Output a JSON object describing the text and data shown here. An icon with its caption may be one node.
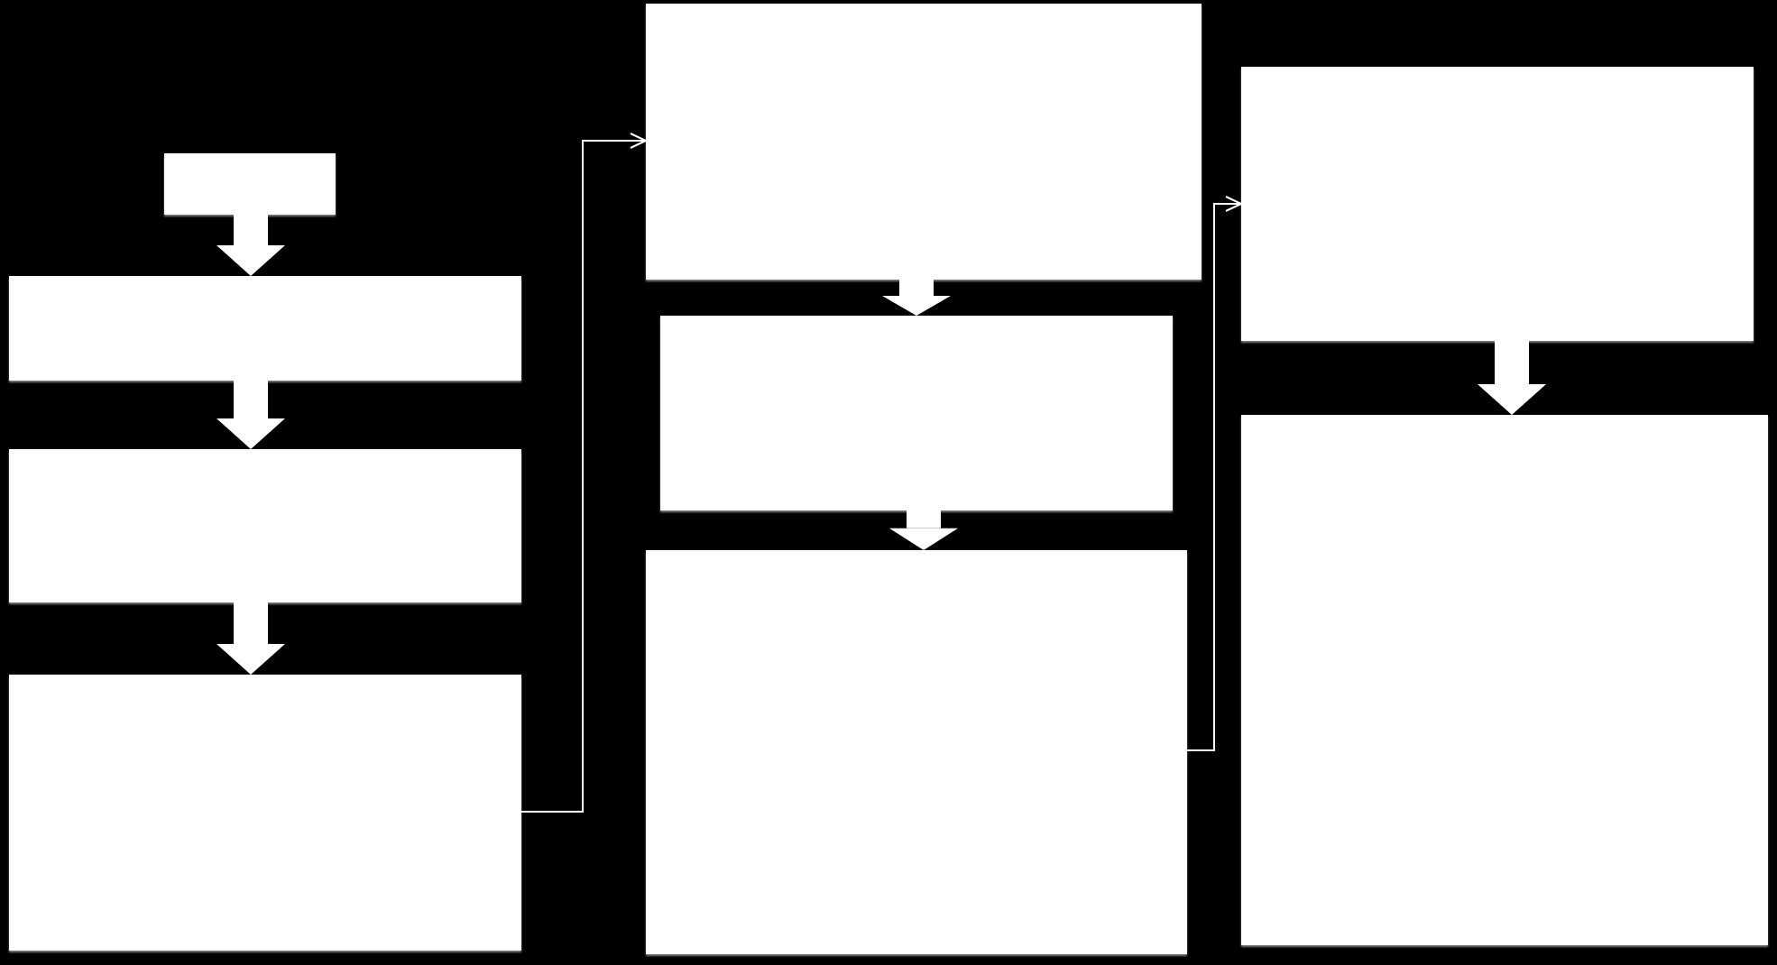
{
  "diagram": {
    "nodes": [
      {
        "text": [],
        "shape": "box"
      },
      {
        "text": [],
        "shape": "box"
      },
      {
        "text": [],
        "shape": "box"
      },
      {
        "text": [],
        "shape": "box"
      },
      {
        "text": [],
        "shape": "box"
      },
      {
        "text": [],
        "shape": "box"
      },
      {
        "text": [],
        "shape": "box"
      },
      {
        "text": [],
        "shape": "box"
      },
      {
        "text": [],
        "shape": "box"
      }
    ],
    "edges": [
      {
        "from": 0,
        "to": 1,
        "arrow": "to"
      },
      {
        "from": 1,
        "to": 2,
        "arrow": "to"
      },
      {
        "from": 2,
        "to": 3,
        "arrow": "to"
      },
      {
        "from": 3,
        "to": 4,
        "arrow": "to"
      },
      {
        "from": 4,
        "to": 5,
        "arrow": "to"
      },
      {
        "from": 5,
        "to": 6,
        "arrow": "to"
      },
      {
        "from": 6,
        "to": 7,
        "arrow": "to"
      },
      {
        "from": 7,
        "to": 8,
        "arrow": "to"
      }
    ]
  }
}
